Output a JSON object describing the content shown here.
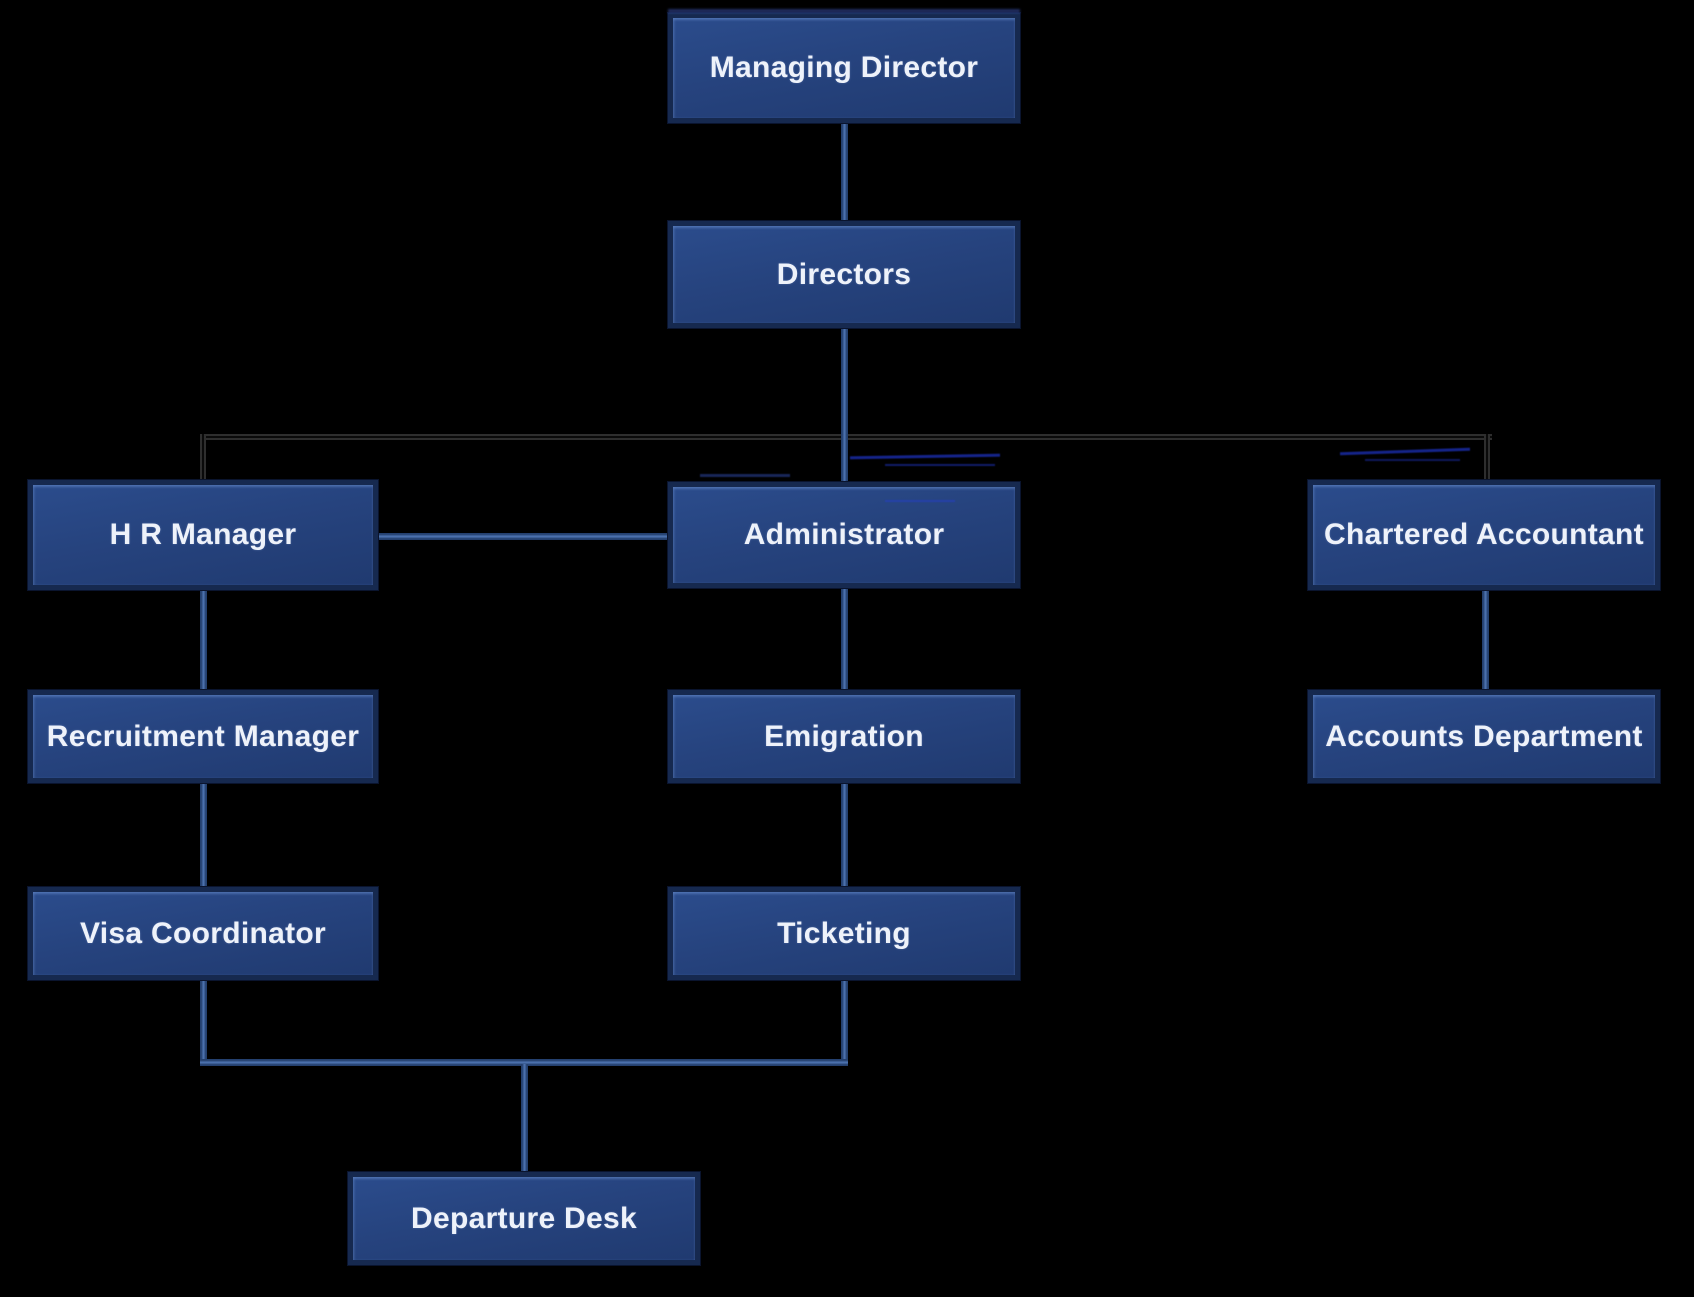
{
  "page": {
    "background": "#000000"
  },
  "diagram": {
    "type": "org-chart",
    "nodes": [
      {
        "id": "managing-director",
        "label": "Managing Director"
      },
      {
        "id": "directors",
        "label": "Directors"
      },
      {
        "id": "hr-manager",
        "label": "H R Manager"
      },
      {
        "id": "administrator",
        "label": "Administrator"
      },
      {
        "id": "chartered-accountant",
        "label": "Chartered Accountant"
      },
      {
        "id": "recruitment-manager",
        "label": "Recruitment Manager"
      },
      {
        "id": "emigration",
        "label": "Emigration"
      },
      {
        "id": "accounts-department",
        "label": "Accounts Department"
      },
      {
        "id": "visa-coordinator",
        "label": "Visa Coordinator"
      },
      {
        "id": "ticketing",
        "label": "Ticketing"
      },
      {
        "id": "departure-desk",
        "label": "Departure Desk"
      }
    ],
    "edges": [
      {
        "from": "Managing Director",
        "to": "Directors"
      },
      {
        "from": "Directors",
        "to": "H R Manager"
      },
      {
        "from": "Directors",
        "to": "Administrator"
      },
      {
        "from": "Directors",
        "to": "Chartered Accountant"
      },
      {
        "from": "H R Manager",
        "to": "Administrator",
        "style": "lateral"
      },
      {
        "from": "H R Manager",
        "to": "Recruitment Manager"
      },
      {
        "from": "Recruitment Manager",
        "to": "Visa Coordinator"
      },
      {
        "from": "Administrator",
        "to": "Emigration"
      },
      {
        "from": "Emigration",
        "to": "Ticketing"
      },
      {
        "from": "Chartered Accountant",
        "to": "Accounts Department"
      },
      {
        "from": "Visa Coordinator",
        "to": "Departure Desk"
      },
      {
        "from": "Ticketing",
        "to": "Departure Desk"
      }
    ],
    "colors": {
      "background": "#000000",
      "node_fill": "#26437e",
      "node_border": "#16294f",
      "node_text": "#eef2fa",
      "connector_blue": "#5076b4",
      "connector_dark": "#2e2e2e"
    }
  }
}
